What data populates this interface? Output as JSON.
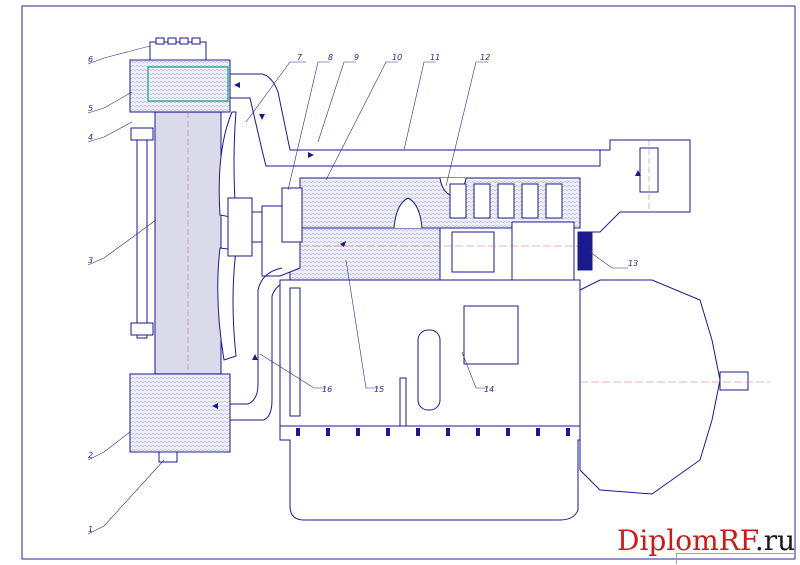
{
  "diagram": {
    "type": "engine-cooling-system-cross-section",
    "callouts": [
      {
        "id": "6"
      },
      {
        "id": "5"
      },
      {
        "id": "4"
      },
      {
        "id": "3"
      },
      {
        "id": "2"
      },
      {
        "id": "1"
      },
      {
        "id": "7"
      },
      {
        "id": "8"
      },
      {
        "id": "9"
      },
      {
        "id": "10"
      },
      {
        "id": "11"
      },
      {
        "id": "12"
      },
      {
        "id": "13"
      },
      {
        "id": "14"
      },
      {
        "id": "15"
      },
      {
        "id": "16"
      }
    ],
    "colors": {
      "line": "#1a1a8c",
      "coolant_fill": "#e8e8f4",
      "highlight": "#14a08c",
      "watermark_red": "#cc1a1a",
      "watermark_dark": "#1a1a1a"
    }
  },
  "watermark": {
    "brand": "DiplomRF",
    "domain": ".ru"
  }
}
